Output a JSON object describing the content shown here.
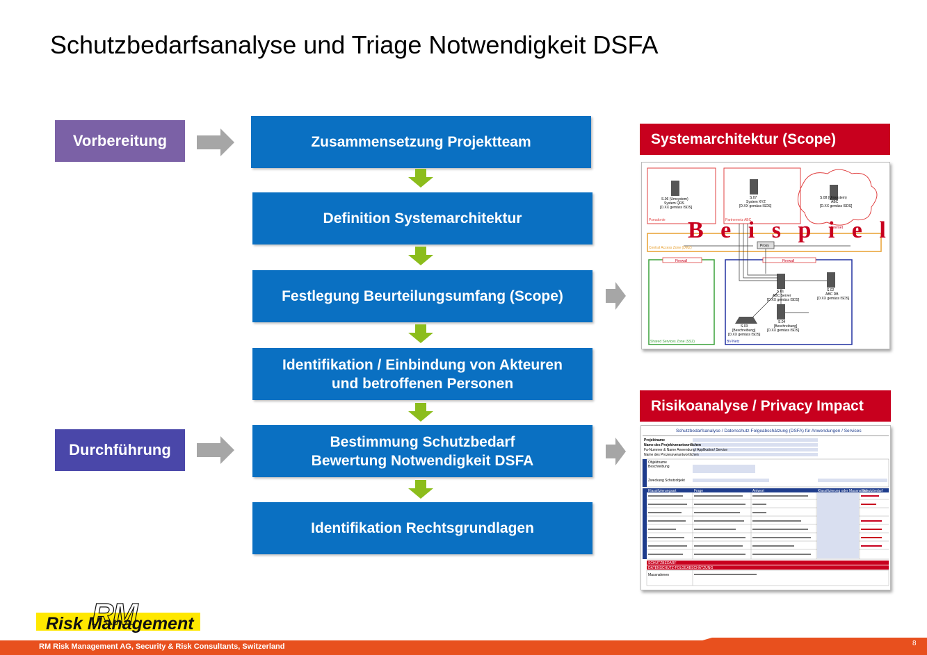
{
  "slide": {
    "title": "Schutzbedarfsanalyse und Triage Notwendigkeit DSFA",
    "page_number": "8"
  },
  "phases": [
    {
      "label": "Vorbereitung",
      "color": "#7b61a6"
    },
    {
      "label": "Durchführung",
      "color": "#4a47a9"
    }
  ],
  "steps": [
    {
      "line1": "Zusammensetzung Projektteam",
      "line2": ""
    },
    {
      "line1": "Definition Systemarchitektur",
      "line2": ""
    },
    {
      "line1": "Festlegung Beurteilungsumfang (Scope)",
      "line2": ""
    },
    {
      "line1": "Identifikation / Einbindung von Akteuren",
      "line2": "und betroffenen Personen"
    },
    {
      "line1": "Bestimmung Schutzbedarf",
      "line2": "Bewertung Notwendigkeit DSFA"
    },
    {
      "line1": "Identifikation Rechtsgrundlagen",
      "line2": ""
    }
  ],
  "panels": {
    "architecture": {
      "header": "Systemarchitektur (Scope)",
      "watermark": "B e i s p i e l",
      "labels": {
        "zone_left": "Pseudonle",
        "zone_mid": "Partnernetz ABC",
        "zone_dmz": "Central Access Zone (DMZ)",
        "zone_ssz": "Shared Services Zone (SSZ)",
        "zone_bv": "BV-Netz",
        "firewall": "Firewall",
        "proxy": "Proxy",
        "internet": "Internet",
        "srv1": "S.06 (Umsystem)",
        "srv1b": "System QRS",
        "srv1c": "[D.XX gemäss ISDS]",
        "srv2": "S.07",
        "srv2b": "System XYZ",
        "srv2c": "[D.XX gemäss ISDS]",
        "srv3": "S.08 (Umsystem)",
        "srv3b": "ABC",
        "srv3c": "[D.XX gemäss ISDS]",
        "srv4": "S.01",
        "srv4b": "ABC Server",
        "srv4c": "[D.XX gemäss ISDS]",
        "srv5": "S.02",
        "srv5b": "ABC DB",
        "srv5c": "[D.XX gemäss ISDS]",
        "srv6": "S.03",
        "srv6b": "[Beschreibung]",
        "srv6c": "[D.XX gemäss ISDS]",
        "srv7": "S.04",
        "srv7b": "[Beschreibung]",
        "srv7c": "[D.XX gemäss ISDS]"
      }
    },
    "risk": {
      "header": "Risikoanalyse / Privacy Impact",
      "doc_title": "Schutzbedarfsanalyse / Datenschutz-Folgeabschätzung (DSFA) für Anwendungen / Services",
      "row_labels": [
        "Projektname",
        "Name des Projektverantwortlichen",
        "Fa-Nummer & Name Anwendung/ Applikation/ Service",
        "Name des Prozessverantwortlichen"
      ],
      "section_labels": [
        "Objektname",
        "Beschreibung",
        "Zweckung Schutzobjekt"
      ],
      "col_headers": [
        "Klassifizierungsart",
        "Frage",
        "Antwort",
        "Klassifizierung oder Massnahme",
        "Schutzbedarf"
      ],
      "footer_rows": [
        "SCHUTZBEDARF",
        "DATENSCHUTZ-FOLGEABSCHÄTZUNG",
        "Massnahmen"
      ]
    }
  },
  "footer": {
    "company": "RM Risk Management AG, Security & Risk Consultants, Switzerland",
    "logo_text": "Risk Management",
    "logo_mark": "RM",
    "bar_color": "#e8501e",
    "logo_bg": "#ffe800"
  }
}
